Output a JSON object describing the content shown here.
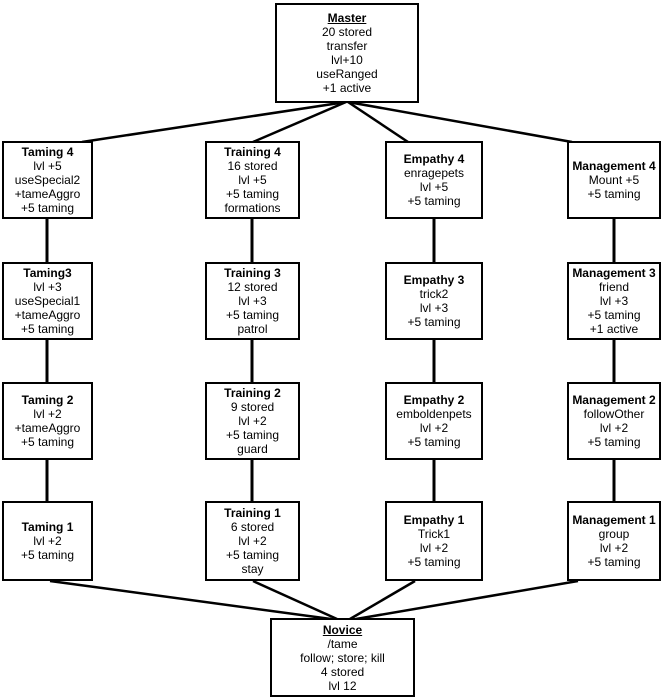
{
  "diagram": {
    "background_color": "#ffffff",
    "border_color": "#000000",
    "text_color": "#000000"
  },
  "nodes": {
    "master": {
      "title": "Master",
      "lines": [
        "20 stored",
        "transfer",
        "lvl+10",
        "useRanged",
        "+1 active"
      ]
    },
    "taming4": {
      "title": "Taming 4",
      "lines": [
        "lvl +5",
        "useSpecial2",
        "+tameAggro",
        "+5 taming"
      ]
    },
    "training4": {
      "title": "Training 4",
      "lines": [
        "16 stored",
        "lvl +5",
        "+5 taming",
        "formations"
      ]
    },
    "empathy4": {
      "title": "Empathy 4",
      "lines": [
        "enragepets",
        "lvl +5",
        "+5 taming"
      ]
    },
    "management4": {
      "title": "Management 4",
      "lines": [
        "Mount +5",
        "+5 taming"
      ]
    },
    "taming3": {
      "title": "Taming3",
      "lines": [
        "lvl +3",
        "useSpecial1",
        "+tameAggro",
        "+5 taming"
      ]
    },
    "training3": {
      "title": "Training 3",
      "lines": [
        "12 stored",
        "lvl +3",
        "+5 taming",
        "patrol"
      ]
    },
    "empathy3": {
      "title": "Empathy 3",
      "lines": [
        "trick2",
        "lvl +3",
        "+5 taming"
      ]
    },
    "management3": {
      "title": "Management 3",
      "lines": [
        "friend",
        "lvl +3",
        "+5 taming",
        "+1 active"
      ]
    },
    "taming2": {
      "title": "Taming 2",
      "lines": [
        "lvl +2",
        "+tameAggro",
        "+5 taming"
      ]
    },
    "training2": {
      "title": "Training 2",
      "lines": [
        "9 stored",
        "lvl +2",
        "+5 taming",
        "guard"
      ]
    },
    "empathy2": {
      "title": "Empathy 2",
      "lines": [
        "emboldenpets",
        "lvl +2",
        "+5 taming"
      ]
    },
    "management2": {
      "title": "Management 2",
      "lines": [
        "followOther",
        "lvl +2",
        "+5 taming"
      ]
    },
    "taming1": {
      "title": "Taming 1",
      "lines": [
        "lvl +2",
        "+5 taming"
      ]
    },
    "training1": {
      "title": "Training 1",
      "lines": [
        "6 stored",
        "lvl +2",
        "+5 taming",
        "stay"
      ]
    },
    "empathy1": {
      "title": "Empathy 1",
      "lines": [
        "Trick1",
        "lvl +2",
        "+5 taming"
      ]
    },
    "management1": {
      "title": "Management 1",
      "lines": [
        "group",
        "lvl +2",
        "+5 taming"
      ]
    },
    "novice": {
      "title": "Novice",
      "lines": [
        "/tame",
        "follow; store; kill",
        "4 stored",
        "lvl 12"
      ]
    }
  }
}
